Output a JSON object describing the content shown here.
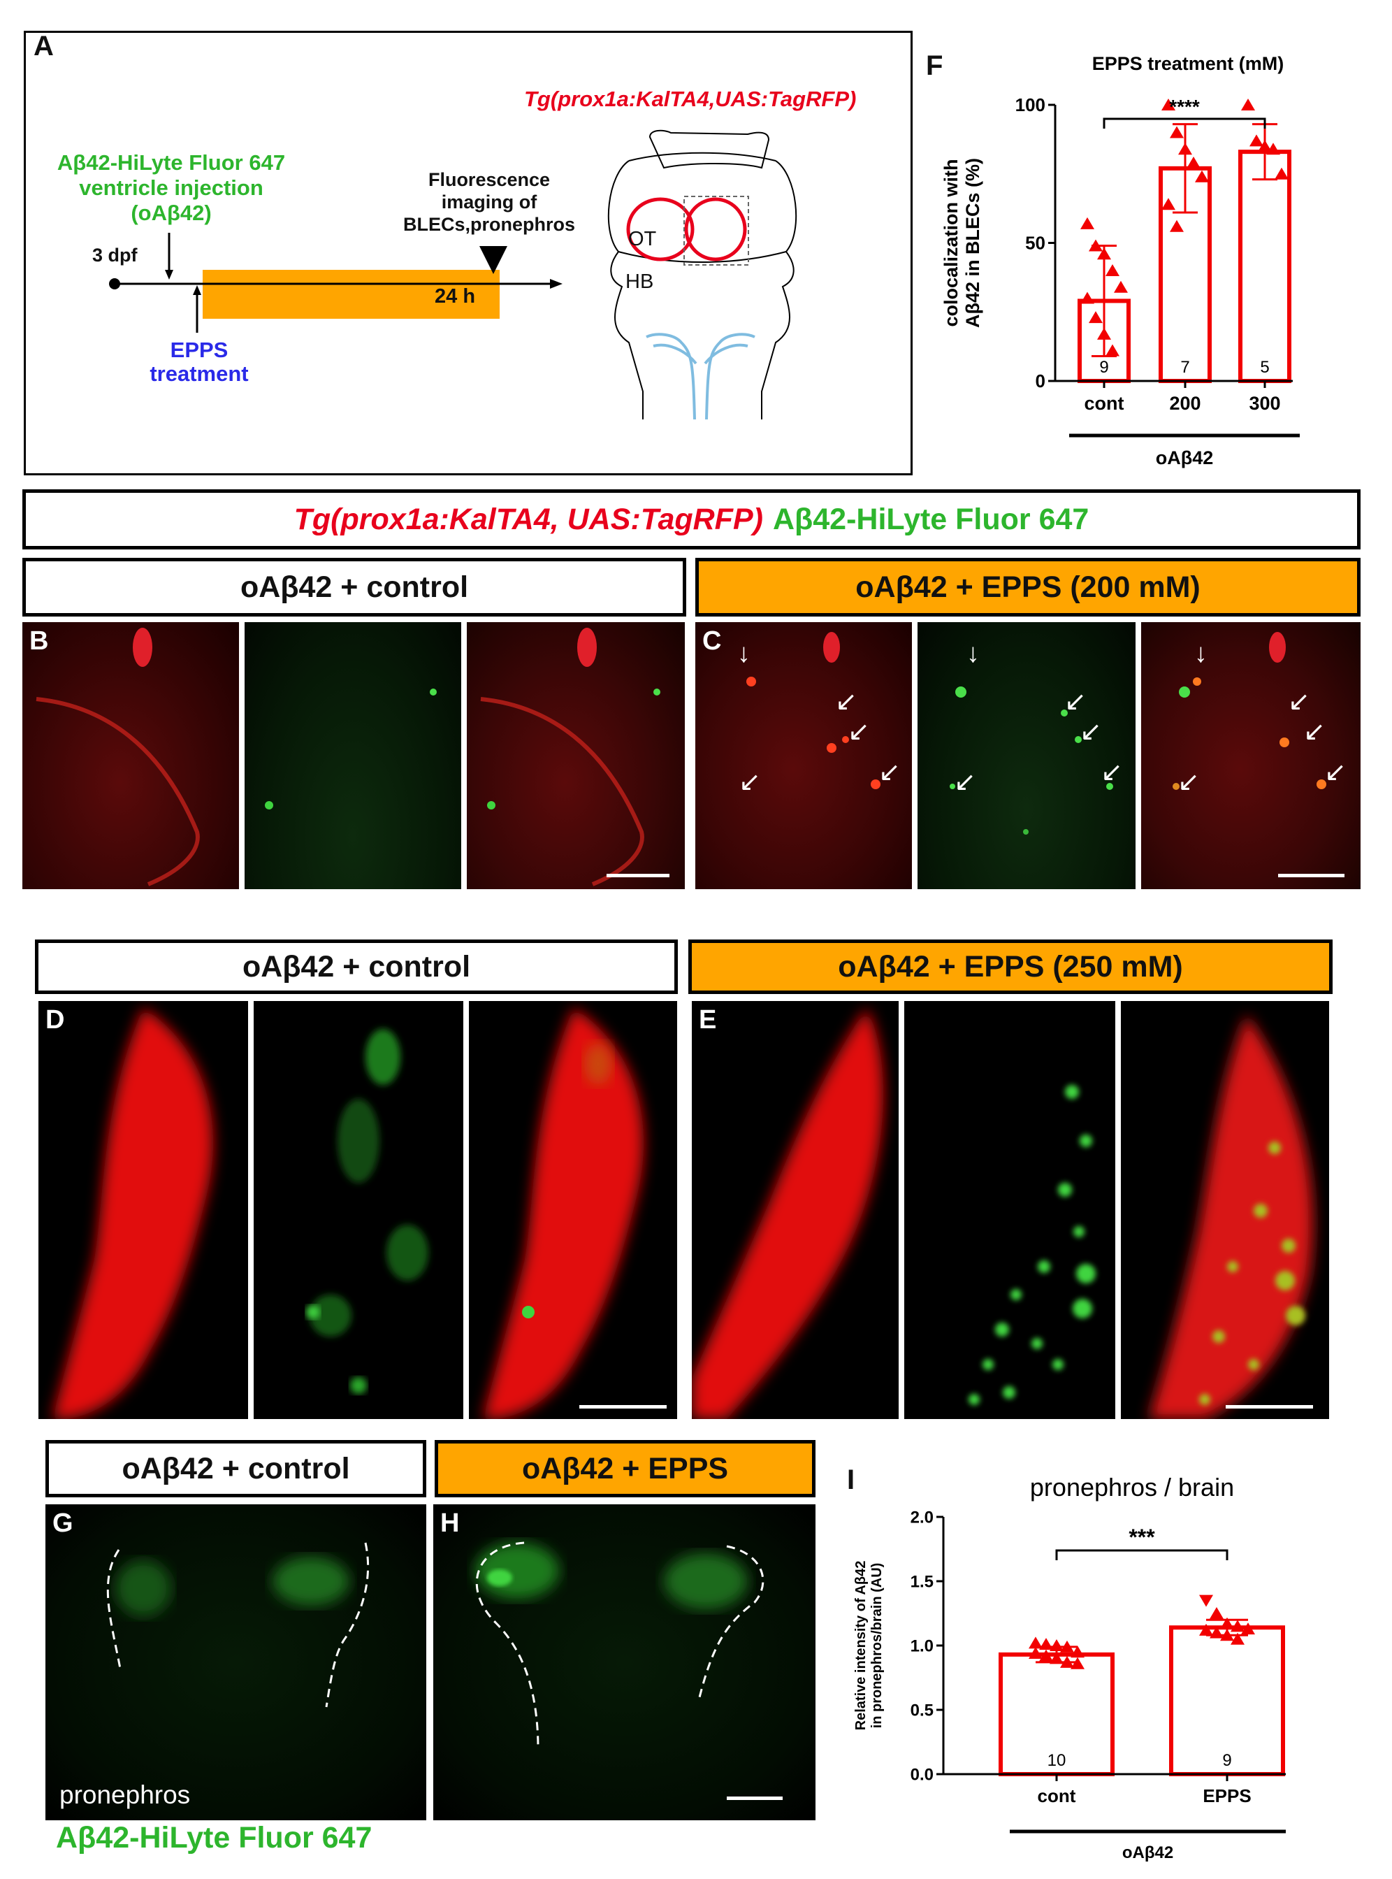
{
  "panelA": {
    "label": "A",
    "transgenic": "Tg(prox1a:KalTA4,UAS:TagRFP)",
    "injection_line1": "Aβ42-HiLyte Fluor 647",
    "injection_line2": "ventricle injection",
    "injection_line3": "(oAβ42)",
    "age": "3 dpf",
    "treatment_line1": "EPPS",
    "treatment_line2": "treatment",
    "duration": "24 h",
    "imaging_line1": "Fluorescence",
    "imaging_line2": "imaging of",
    "imaging_line3": "BLECs,pronephros",
    "ot": "OT",
    "hb": "HB"
  },
  "row_header": {
    "red_part": "Tg(prox1a:KalTA4, UAS:TagRFP)",
    "green_part": "Aβ42-HiLyte Fluor 647"
  },
  "headers": {
    "bc_control": "oAβ42 + control",
    "bc_epps": "oAβ42 + EPPS (200 mM)",
    "de_control": "oAβ42 + control",
    "de_epps": "oAβ42 + EPPS (250 mM)",
    "gh_control": "oAβ42 + control",
    "gh_epps": "oAβ42 + EPPS"
  },
  "panel_labels": {
    "B": "B",
    "C": "C",
    "D": "D",
    "E": "E",
    "G": "G",
    "H": "H",
    "F": "F",
    "I": "I"
  },
  "pronephros_label": "pronephros",
  "bottom_green_label": "Aβ42-HiLyte Fluor 647",
  "colors": {
    "red": "#E8001C",
    "green": "#2DB52D",
    "orange": "#FFA500",
    "blue": "#2A2AE8",
    "bar": "#F20000"
  },
  "chart_data": [
    {
      "type": "bar",
      "panel": "F",
      "title": "EPPS treatment (mM)",
      "ylabel_line1": "colocalization with",
      "ylabel_line2": "Aβ42 in BLECs (%)",
      "xgroup_label": "oAβ42",
      "categories": [
        "cont",
        "200",
        "300"
      ],
      "values": [
        29,
        77,
        83
      ],
      "errors": [
        20,
        16,
        10
      ],
      "n_labels": [
        "9",
        "7",
        "5"
      ],
      "points": [
        [
          57,
          49,
          46,
          40,
          34,
          30,
          23,
          17,
          11
        ],
        [
          100,
          90,
          84,
          79,
          74,
          64,
          56
        ],
        [
          100,
          87,
          85,
          84,
          75
        ]
      ],
      "ylim": [
        0,
        100
      ],
      "yticks": [
        "0",
        "50",
        "100"
      ],
      "significance": "****"
    },
    {
      "type": "bar",
      "panel": "I",
      "title": "pronephros / brain",
      "ylabel_line1": "Relative intensity of Aβ42",
      "ylabel_line2": "in pronephros/brain (AU)",
      "xgroup_label": "oAβ42",
      "categories": [
        "cont",
        "EPPS"
      ],
      "values": [
        0.93,
        1.14
      ],
      "errors": [
        0.06,
        0.06
      ],
      "n_labels": [
        "10",
        "9"
      ],
      "points": [
        [
          1.02,
          1.01,
          1.0,
          0.99,
          0.95,
          0.94,
          0.92,
          0.9,
          0.87,
          0.86
        ],
        [
          1.35,
          1.25,
          1.17,
          1.15,
          1.13,
          1.12,
          1.1,
          1.08,
          1.05
        ]
      ],
      "ylim": [
        0,
        2.0
      ],
      "yticks": [
        "0.0",
        "0.5",
        "1.0",
        "1.5",
        "2.0"
      ],
      "significance": "***"
    }
  ]
}
